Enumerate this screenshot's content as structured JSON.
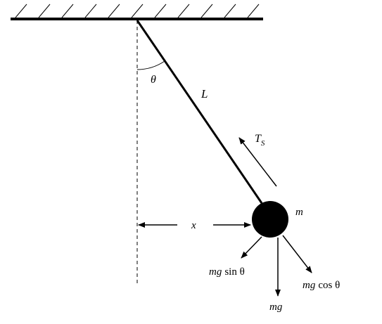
{
  "labels": {
    "theta": "θ",
    "length": "L",
    "tension_main": "T",
    "tension_sub": "S",
    "mass": "m",
    "displacement": "x",
    "mg_sin_italic": "mg",
    "mg_sin_rest": "sin θ",
    "mg_cos_italic": "mg",
    "mg_cos_rest": "cos θ",
    "weight": "mg"
  }
}
